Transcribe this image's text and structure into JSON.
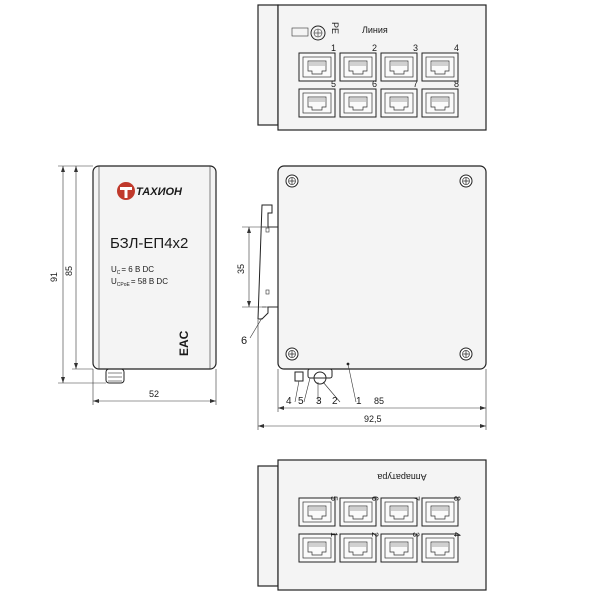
{
  "top_view": {
    "pe_label": "PE",
    "line_label": "Линия",
    "port_numbers_row1": [
      "1",
      "2",
      "3",
      "4"
    ],
    "port_numbers_row2": [
      "5",
      "6",
      "7",
      "8"
    ]
  },
  "front_view": {
    "brand": "ТАХИОН",
    "model": "БЗЛ-ЕП4x2",
    "spec_uc_prefix": "U",
    "spec_uc_sub": "С",
    "spec_uc_value": "= 6 В DC",
    "spec_upoe_prefix": "U",
    "spec_upoe_sub": "СPoE",
    "spec_upoe_value": "= 58 В DC",
    "mark": "EAC"
  },
  "dimensions": {
    "height_total": "91",
    "height_body": "85",
    "width_front": "52",
    "rail_35": "35",
    "depth_85": "85",
    "depth_92_5": "92,5"
  },
  "callouts": [
    "1",
    "2",
    "3",
    "4",
    "5",
    "6"
  ],
  "bottom_view": {
    "equipment_label": "Аппаратура",
    "port_numbers_row1": [
      "5",
      "6",
      "7",
      "8"
    ],
    "port_numbers_row2": [
      "1",
      "2",
      "3",
      "4"
    ]
  },
  "colors": {
    "brand_red": "#c0392b",
    "line": "#222222"
  }
}
